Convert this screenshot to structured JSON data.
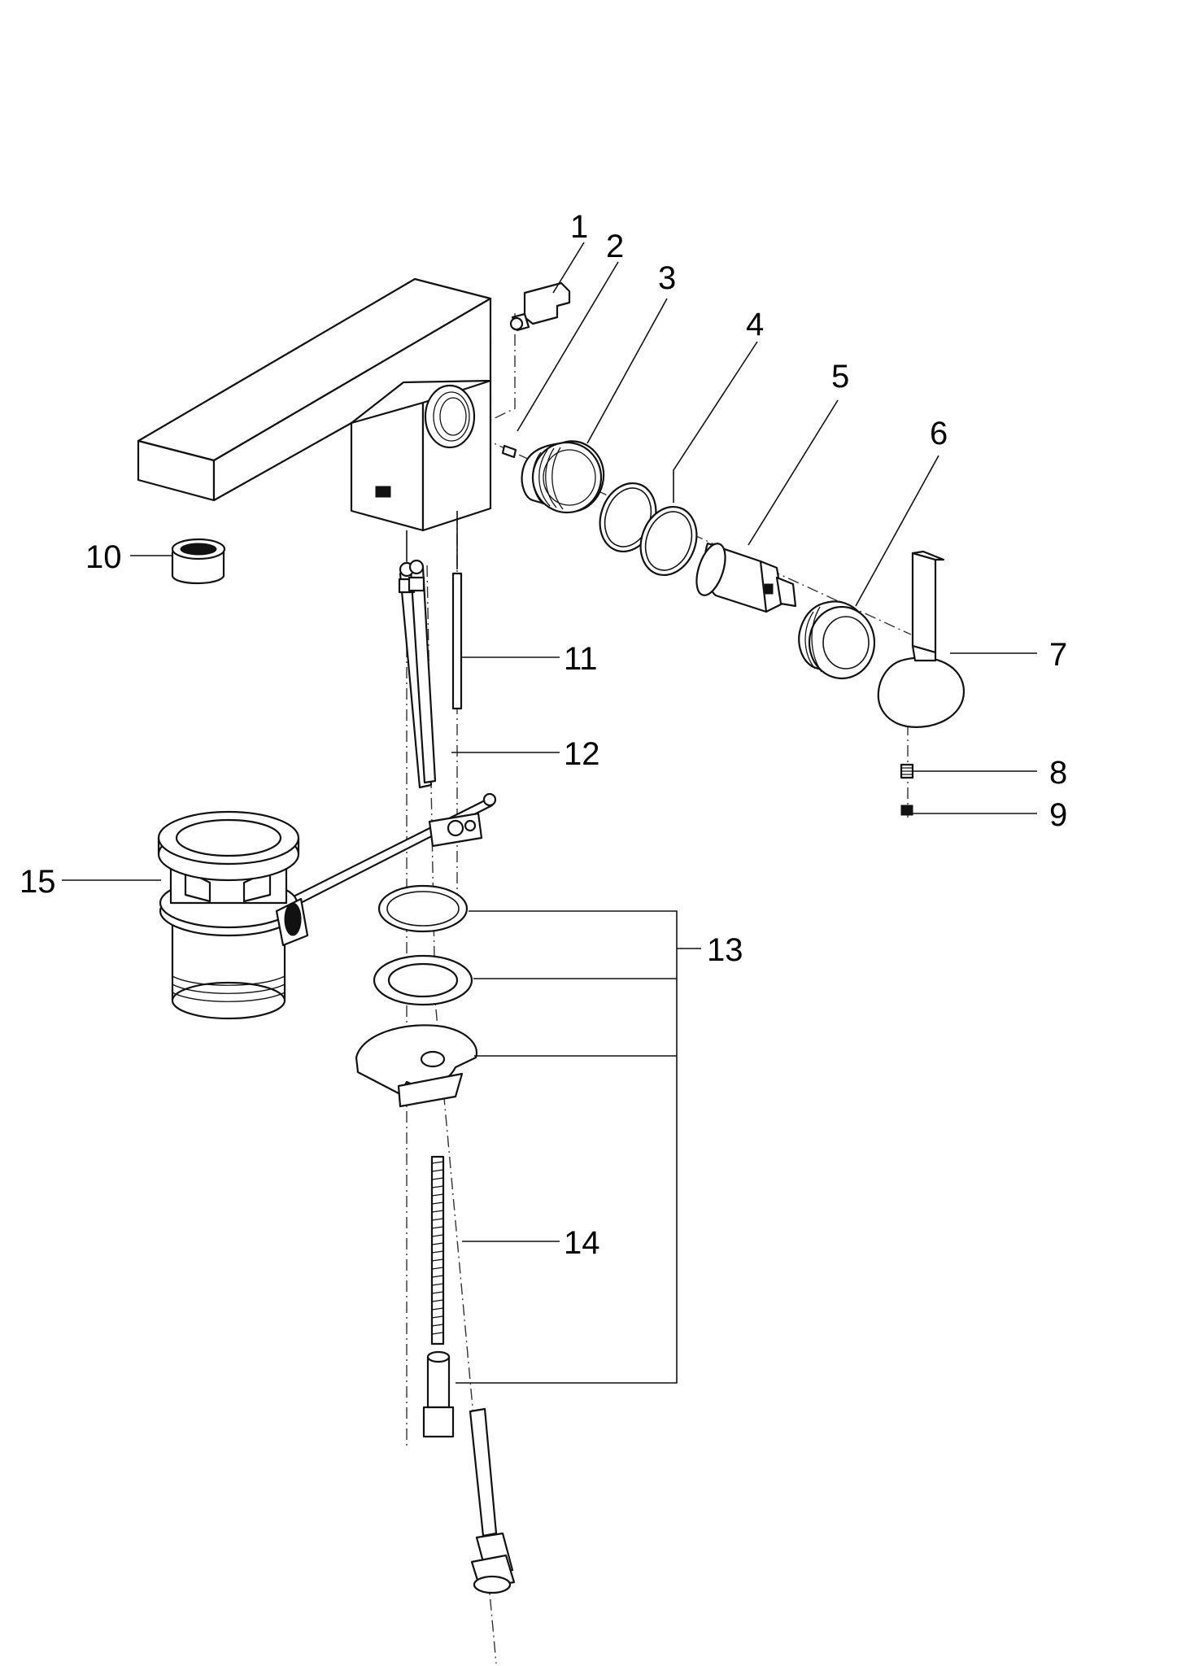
{
  "diagram": {
    "callouts": [
      {
        "id": "1",
        "text": "1"
      },
      {
        "id": "2",
        "text": "2"
      },
      {
        "id": "3",
        "text": "3"
      },
      {
        "id": "4",
        "text": "4"
      },
      {
        "id": "5",
        "text": "5"
      },
      {
        "id": "6",
        "text": "6"
      },
      {
        "id": "7",
        "text": "7"
      },
      {
        "id": "8",
        "text": "8"
      },
      {
        "id": "9",
        "text": "9"
      },
      {
        "id": "10",
        "text": "10"
      },
      {
        "id": "11",
        "text": "11"
      },
      {
        "id": "12",
        "text": "12"
      },
      {
        "id": "13",
        "text": "13"
      },
      {
        "id": "14",
        "text": "14"
      },
      {
        "id": "15",
        "text": "15"
      }
    ],
    "line_color": "#111111",
    "background": "#ffffff"
  }
}
